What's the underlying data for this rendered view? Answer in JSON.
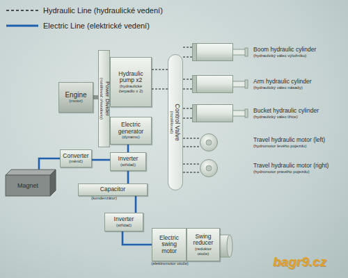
{
  "diagram": {
    "nodes": [
      {
        "text": [
          "Engine",
          "(motor)"
        ]
      },
      {
        "text": [
          "Power Divider",
          "(rozdělovač převodovky)"
        ]
      },
      {
        "text": [
          "Hydraulic pump x2",
          "(hydraulické čerpadlo x 2)"
        ]
      },
      {
        "text": [
          "Electric generator",
          "(dynamo)"
        ]
      },
      {
        "text": [
          "Control Valve",
          "(rozdělovač)"
        ]
      },
      {
        "text": [
          "Boom hydraulic cylinder",
          "(hydraulický válec výložníku)"
        ]
      },
      {
        "text": [
          "Arm hydraulic cylinder",
          "(hydraulický válec násady)"
        ]
      },
      {
        "text": [
          "Bucket hydraulic cylinder",
          "(hydraulický válec lžíce)"
        ]
      },
      {
        "text": [
          "Travel hydraulic motor (left)",
          "(hydromotor levého pojezdu)"
        ]
      },
      {
        "text": [
          "Travel hydraulic motor (right)",
          "(hydromotor pravého pojezdu)"
        ]
      },
      {
        "text": [
          "Converter",
          "(měnič)"
        ]
      },
      {
        "text": [
          "Magnet"
        ]
      },
      {
        "text": [
          "Inverter",
          "(střídač)"
        ]
      },
      {
        "text": [
          "Capacitor",
          "(kondenzátor)"
        ]
      },
      {
        "text": [
          "Inverter",
          "(střídač)"
        ]
      },
      {
        "text": [
          "Electric swing motor",
          "(elektromotor otoče)"
        ]
      },
      {
        "text": [
          "Swing reducer",
          "(reduktor otoče)"
        ]
      }
    ],
    "edges": [
      {
        "from": 0,
        "to": 1,
        "arrow": "none"
      },
      {
        "from": 2,
        "to": 4,
        "arrow": "none"
      },
      {
        "from": 2,
        "to": 4,
        "arrow": "none"
      },
      {
        "from": 4,
        "to": 5,
        "arrow": "none"
      },
      {
        "from": 4,
        "to": 5,
        "arrow": "none"
      },
      {
        "from": 4,
        "to": 6,
        "arrow": "none"
      },
      {
        "from": 4,
        "to": 6,
        "arrow": "none"
      },
      {
        "from": 4,
        "to": 7,
        "arrow": "none"
      },
      {
        "from": 4,
        "to": 7,
        "arrow": "none"
      },
      {
        "from": 4,
        "to": 8,
        "arrow": "none"
      },
      {
        "from": 4,
        "to": 8,
        "arrow": "none"
      },
      {
        "from": 4,
        "to": 9,
        "arrow": "none"
      },
      {
        "from": 4,
        "to": 9,
        "arrow": "none"
      },
      {
        "from": 3,
        "to": 12,
        "arrow": "none"
      },
      {
        "from": 12,
        "to": 10,
        "arrow": "none"
      },
      {
        "from": 10,
        "to": 11,
        "arrow": "none"
      },
      {
        "from": 12,
        "to": 13,
        "arrow": "none"
      },
      {
        "from": 13,
        "to": 14,
        "arrow": "none"
      },
      {
        "from": 14,
        "to": 15,
        "arrow": "none"
      }
    ],
    "labels": [
      "bagr9.cz"
    ],
    "legend": [
      {
        "text": "Hydraulic Line (hydraulické vedení)"
      },
      {
        "text": "Electric Line (elektrické vedení)"
      }
    ]
  }
}
